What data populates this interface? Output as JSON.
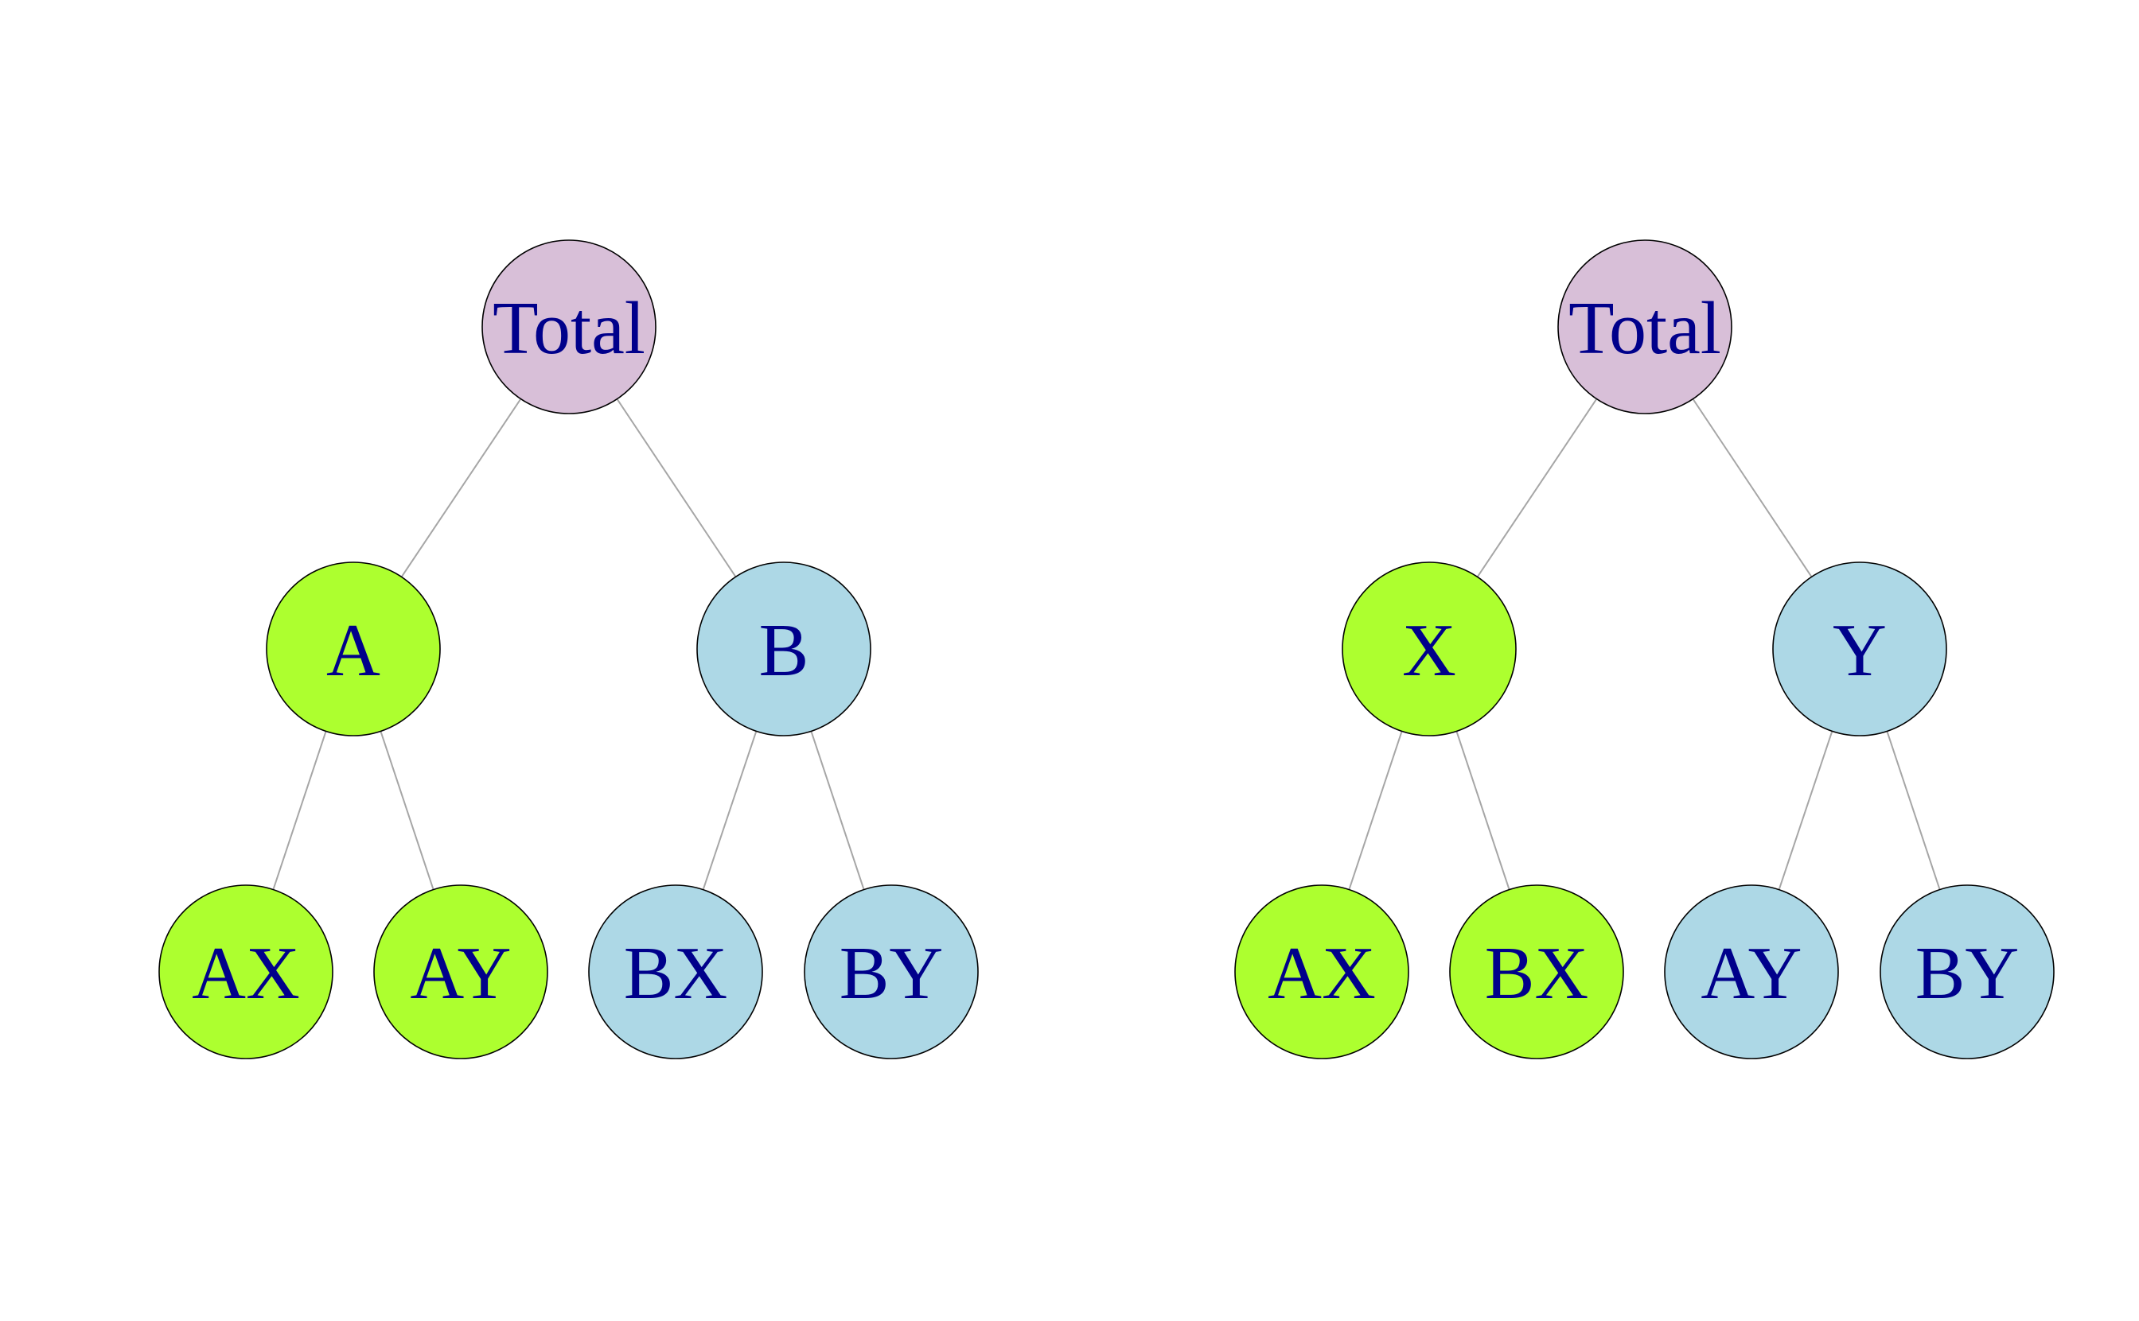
{
  "colors": {
    "root": "#d8bfd8",
    "green": "#adff2f",
    "blue": "#add8e6",
    "label": "#00008b",
    "edge": "#a6a6a6"
  },
  "trees": [
    {
      "root": {
        "label": "Total",
        "color": "root"
      },
      "branches": [
        {
          "label": "A",
          "color": "green",
          "leaves": [
            {
              "label": "AX",
              "color": "green"
            },
            {
              "label": "AY",
              "color": "green"
            }
          ]
        },
        {
          "label": "B",
          "color": "blue",
          "leaves": [
            {
              "label": "BX",
              "color": "blue"
            },
            {
              "label": "BY",
              "color": "blue"
            }
          ]
        }
      ]
    },
    {
      "root": {
        "label": "Total",
        "color": "root"
      },
      "branches": [
        {
          "label": "X",
          "color": "green",
          "leaves": [
            {
              "label": "AX",
              "color": "green"
            },
            {
              "label": "BX",
              "color": "green"
            }
          ]
        },
        {
          "label": "Y",
          "color": "blue",
          "leaves": [
            {
              "label": "AY",
              "color": "blue"
            },
            {
              "label": "BY",
              "color": "blue"
            }
          ]
        }
      ]
    }
  ]
}
